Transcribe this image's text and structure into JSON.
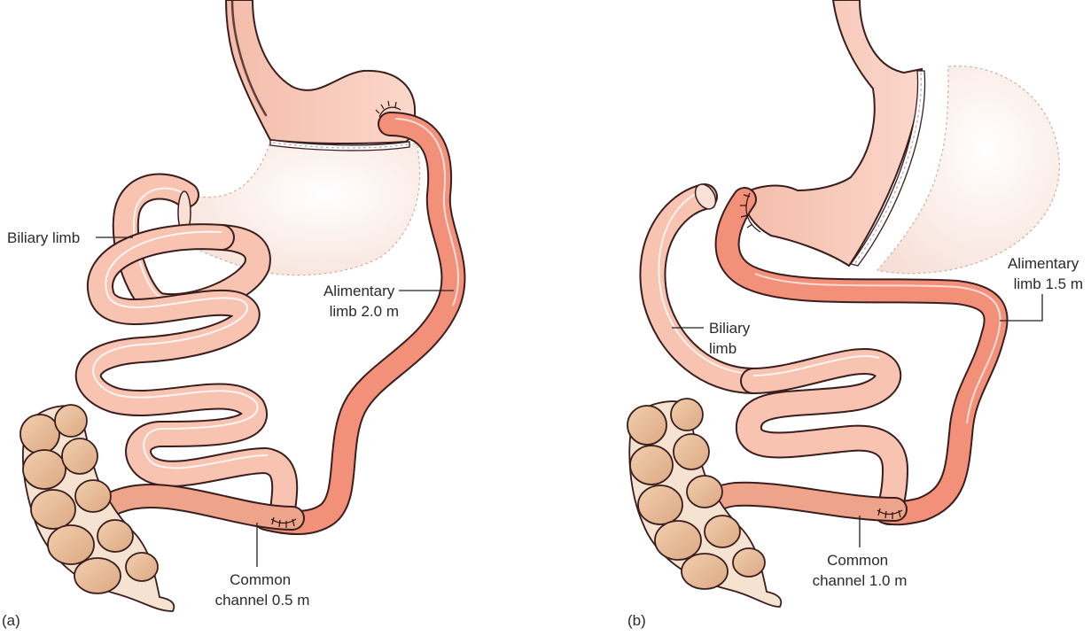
{
  "panels": [
    {
      "id": "a",
      "panel_label": "(a)",
      "labels": {
        "biliary": [
          "Biliary limb"
        ],
        "alimentary": [
          "Alimentary",
          "limb 2.0 m"
        ],
        "common": [
          "Common",
          "channel 0.5 m"
        ]
      }
    },
    {
      "id": "b",
      "panel_label": "(b)",
      "labels": {
        "biliary": [
          "Biliary",
          "limb"
        ],
        "alimentary": [
          "Alimentary",
          "limb 1.5 m"
        ],
        "common": [
          "Common",
          "channel 1.0 m"
        ]
      }
    }
  ],
  "colors": {
    "stomach_pouch": "#f7c7b8",
    "excluded_stomach": "#fbe9e2",
    "small_bowel": "#f8c3b1",
    "alimentary_limb": "#f2907a",
    "colon": "#e8bd96",
    "outline": "#3a1e1e"
  }
}
